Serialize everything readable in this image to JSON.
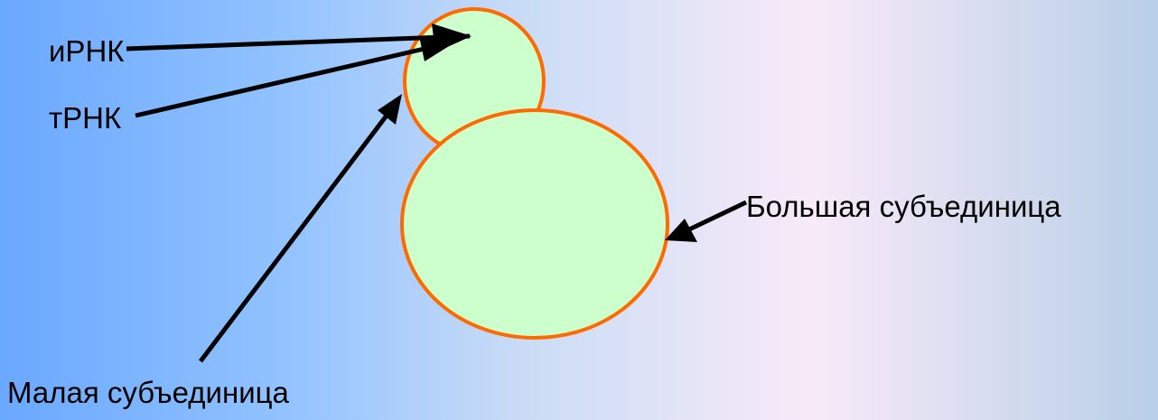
{
  "labels": {
    "mrna": "иРНК",
    "trna": "тРНК",
    "large_subunit": "Большая субъединица",
    "small_subunit": "Малая субъединица"
  },
  "colors": {
    "subunit_fill": "#ccffcc",
    "subunit_stroke": "#ff6a00",
    "arrow": "#000000",
    "text": "#000000"
  }
}
